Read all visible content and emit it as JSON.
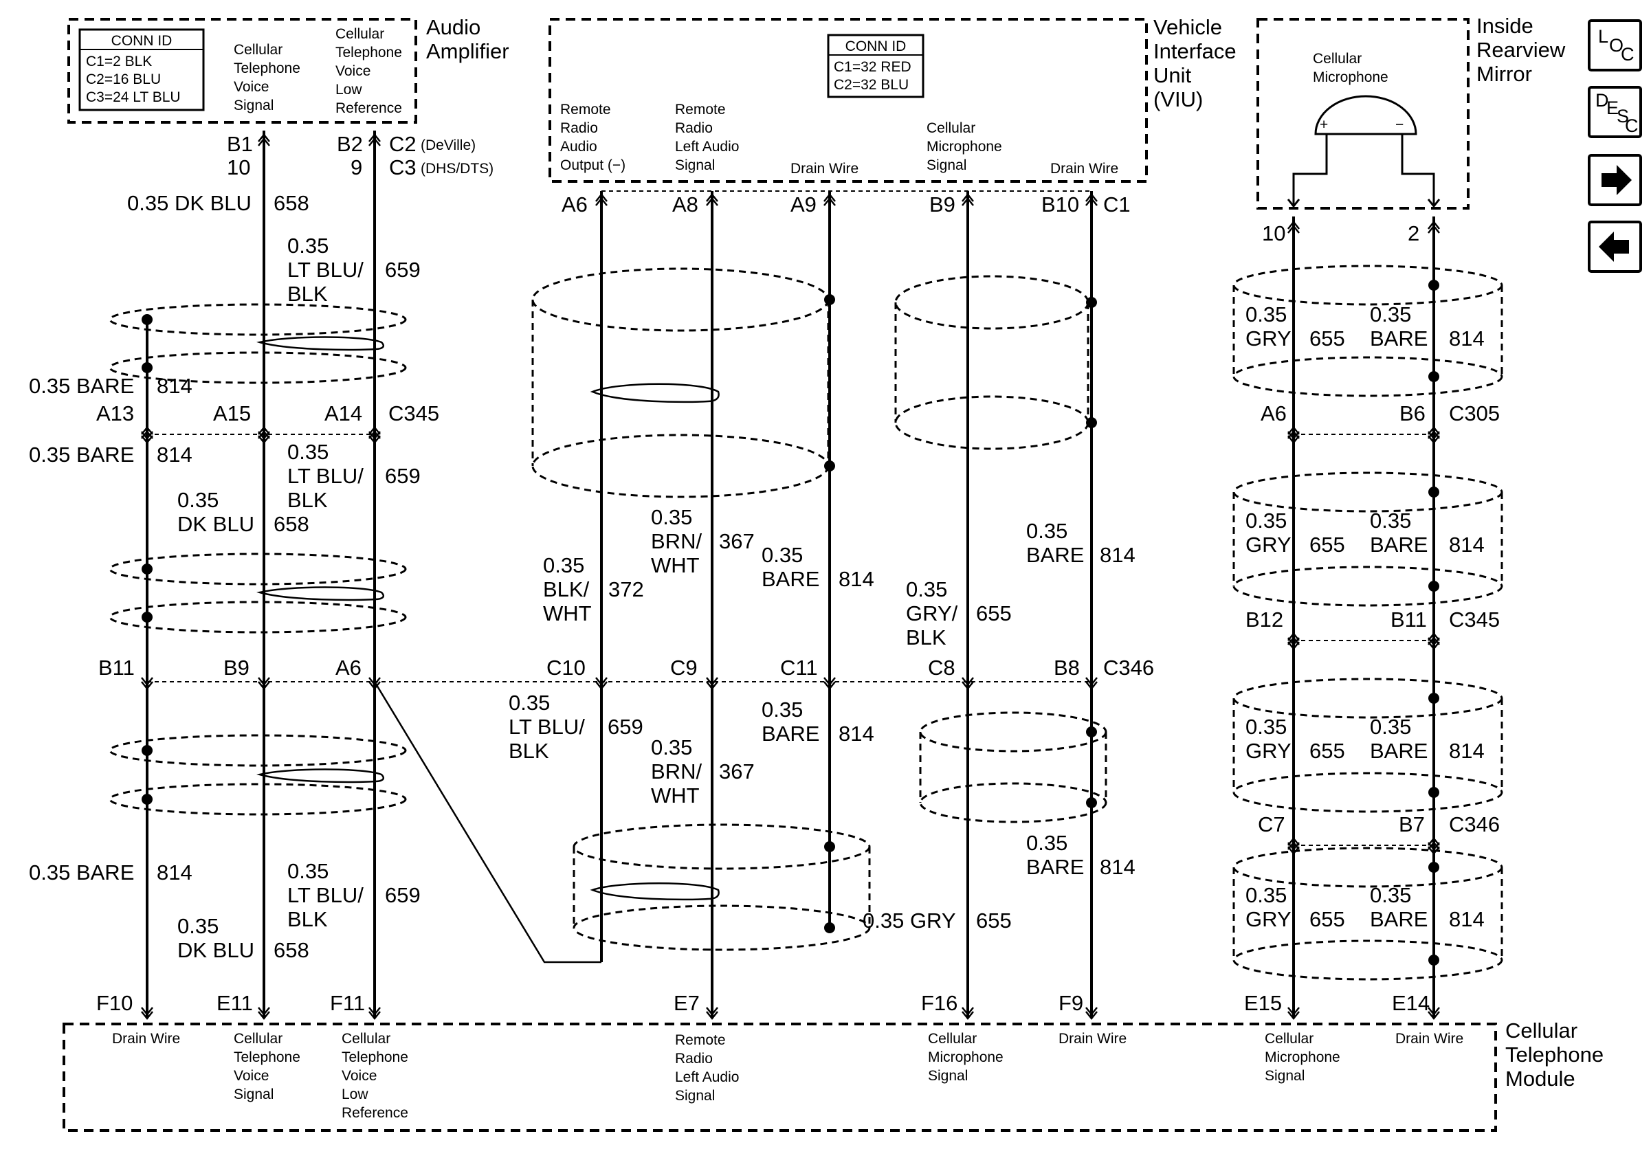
{
  "components": {
    "audio_amp": {
      "name": "Audio\nAmplifier",
      "conn_id": {
        "title": "CONN ID",
        "rows": [
          "C1=2 BLK",
          "C2=16 BLU",
          "C3=24 LT BLU"
        ]
      },
      "signal1": "Cellular\nTelephone\nVoice\nSignal",
      "signal2": "Cellular\nTelephone\nVoice\nLow\nReference"
    },
    "viu": {
      "name": "Vehicle\nInterface\nUnit\n(VIU)",
      "conn_id": {
        "title": "CONN ID",
        "rows": [
          "C1=32 RED",
          "C2=32 BLU"
        ]
      },
      "signal1": "Remote\nRadio\nAudio\nOutput (−)",
      "signal2": "Remote\nRadio\nLeft Audio\nSignal",
      "drain1": "Drain Wire",
      "signal3": "Cellular\nMicrophone\nSignal",
      "drain2": "Drain Wire"
    },
    "mirror": {
      "name": "Inside\nRearview\nMirror",
      "mic": "Cellular\nMicrophone",
      "plus": "+",
      "minus": "−"
    },
    "module": {
      "name": "Cellular\nTelephone\nModule",
      "s1": "Drain Wire",
      "s2": "Cellular\nTelephone\nVoice\nSignal",
      "s3": "Cellular\nTelephone\nVoice\nLow\nReference",
      "s4": "Remote\nRadio\nLeft Audio\nSignal",
      "s5": "Cellular\nMicrophone\nSignal",
      "s6": "Drain Wire",
      "s7": "Cellular\nMicrophone\nSignal",
      "s8": "Drain Wire"
    }
  },
  "amp_pins": {
    "b1": "B1",
    "b1b": "10",
    "b2": "B2",
    "b2b": "9",
    "c2": "C2",
    "c2note": "(DeVille)",
    "c3": "C3",
    "c3note": "(DHS/DTS)"
  },
  "viu_pins": {
    "a6": "A6",
    "a8": "A8",
    "a9": "A9",
    "b9": "B9",
    "b10": "B10",
    "c1": "C1"
  },
  "mirror_pins": {
    "p10": "10",
    "p2": "2"
  },
  "connectors": {
    "c345_left": {
      "pins": [
        "A13",
        "A15",
        "A14"
      ],
      "name": "C345"
    },
    "c346_main": {
      "pins": [
        "B11",
        "B9",
        "A6",
        "C10",
        "C9",
        "C11",
        "C8",
        "B8"
      ],
      "name": "C346"
    },
    "c305": {
      "pins": [
        "A6",
        "B6"
      ],
      "name": "C305"
    },
    "c345_right": {
      "pins": [
        "B12",
        "B11"
      ],
      "name": "C345"
    },
    "c346_right": {
      "pins": [
        "C7",
        "B7"
      ],
      "name": "C346"
    }
  },
  "module_pins": [
    "F10",
    "E11",
    "F11",
    "E7",
    "F16",
    "F9",
    "E15",
    "E14"
  ],
  "wire_labels": {
    "w658_top": "0.35 DK BLU",
    "n658_top": "658",
    "w659_top": "0.35\nLT BLU/\nBLK",
    "n659_top": "659",
    "w814_a": "0.35 BARE",
    "n814_a": "814",
    "w814_b": "0.35 BARE",
    "n814_b": "814",
    "w659_mid": "0.35\nLT BLU/\nBLK",
    "n659_mid": "659",
    "w658_mid": "0.35\nDK BLU",
    "n658_mid": "658",
    "w814_c": "0.35 BARE",
    "n814_c": "814",
    "w659_bot": "0.35\nLT BLU/\nBLK",
    "n659_bot": "659",
    "w658_bot": "0.35\nDK BLU",
    "n658_bot": "658",
    "w372": "0.35\nBLK/\nWHT",
    "n372": "372",
    "w367_a": "0.35\nBRN/\nWHT",
    "n367_a": "367",
    "w814_d": "0.35\nBARE",
    "n814_d": "814",
    "w659_c": "0.35\nLT BLU/\nBLK",
    "n659_c": "659",
    "w367_b": "0.35\nBRN/\nWHT",
    "n367_b": "367",
    "w814_e": "0.35\nBARE",
    "n814_e": "814",
    "w655_a": "0.35\nGRY/\nBLK",
    "n655_a": "655",
    "w655_b": "0.35 GRY",
    "n655_b": "655",
    "w814_f": "0.35\nBARE",
    "n814_f": "814",
    "w814_g": "0.35\nBARE",
    "n814_g": "814",
    "r_gry1": "0.35\nGRY",
    "r_655_1": "655",
    "r_bare1": "0.35\nBARE",
    "r_814_1": "814",
    "r_gry2": "0.35\nGRY",
    "r_655_2": "655",
    "r_bare2": "0.35\nBARE",
    "r_814_2": "814",
    "r_gry3": "0.35\nGRY",
    "r_655_3": "655",
    "r_bare3": "0.35\nBARE",
    "r_814_3": "814",
    "r_gry4": "0.35\nGRY",
    "r_655_4": "655",
    "r_bare4": "0.35\nBARE",
    "r_814_4": "814"
  },
  "nav": {
    "loc": {
      "a": "L",
      "b": "O",
      "c": "C"
    },
    "desc": {
      "a": "D",
      "b": "E",
      "c": "S",
      "d": "C"
    },
    "forward": "→",
    "back": "←"
  }
}
